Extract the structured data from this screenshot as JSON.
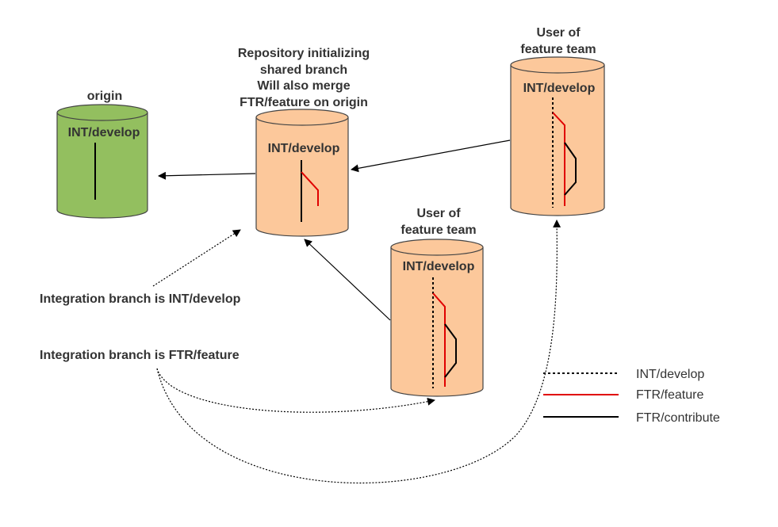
{
  "colors": {
    "origin_fill": "#93BF5F",
    "repo_fill": "#FCC89B",
    "cylinder_stroke": "#444444",
    "int_develop": "#000000",
    "ftr_feature": "#E00000",
    "ftr_contribute": "#000000"
  },
  "origin": {
    "title": "origin",
    "branch": "INT/develop"
  },
  "init_repo": {
    "title_lines": [
      "Repository initializing",
      "shared branch",
      "Will also merge",
      "FTR/feature on origin"
    ],
    "branch": "INT/develop"
  },
  "user_top": {
    "title_lines": [
      "User of",
      "feature team"
    ],
    "branch": "INT/develop"
  },
  "user_bottom": {
    "title_lines": [
      "User of",
      "feature team"
    ],
    "branch": "INT/develop"
  },
  "notes": {
    "integration_int": "Integration branch is INT/develop",
    "integration_ftr": "Integration branch is FTR/feature"
  },
  "legend": {
    "int_develop": "INT/develop",
    "ftr_feature": "FTR/feature",
    "ftr_contribute": "FTR/contribute"
  }
}
